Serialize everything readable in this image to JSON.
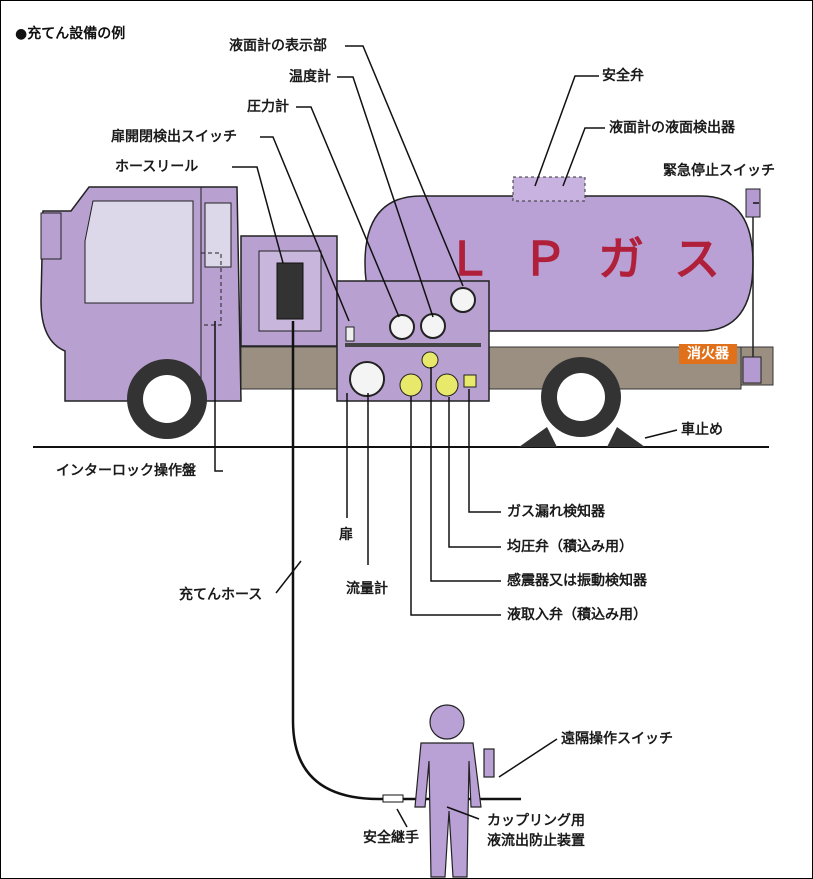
{
  "title": "●充てん設備の例",
  "tank_label": "ＬＰガス",
  "extinguisher_label": "消火器",
  "labels": {
    "level_gauge_display": "液面計の表示部",
    "safety_valve": "安全弁",
    "thermometer": "温度計",
    "level_gauge_detector": "液面計の液面検出器",
    "pressure_gauge": "圧力計",
    "door_switch": "扉開閉検出スイッチ",
    "emergency_stop": "緊急停止スイッチ",
    "hose_reel": "ホースリール",
    "wheel_chock": "車止め",
    "interlock_panel": "インターロック操作盤",
    "gas_leak_detector": "ガス漏れ検知器",
    "pressure_equalizing_valve": "均圧弁（積込み用）",
    "door": "扉",
    "seismic_detector": "感震器又は振動検知器",
    "filling_hose": "充てんホース",
    "flow_meter": "流量計",
    "liquid_valve": "液取入弁（積込み用）",
    "remote_switch": "遠隔操作スイッチ",
    "safety_coupling": "安全継手",
    "coupling_device_line1": "カップリング用",
    "coupling_device_line2": "液流出防止装置"
  },
  "colors": {
    "body": "#b8a0d0",
    "tank": "#b9a1d6",
    "chassis": "#9a8f80",
    "tank_text": "#b0203a",
    "extinguisher": "#e0701a"
  }
}
